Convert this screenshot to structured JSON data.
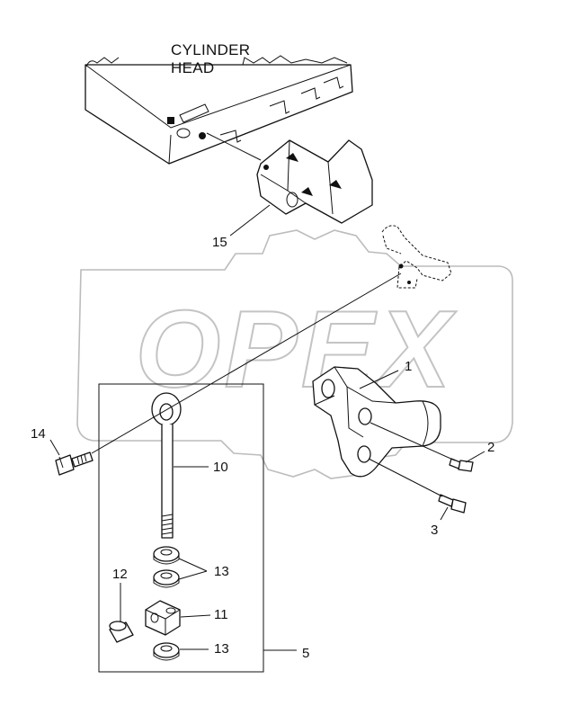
{
  "head_label": [
    "CYLINDER",
    "HEAD"
  ],
  "watermark": "OPEX",
  "callouts": {
    "p1": "1",
    "p2": "2",
    "p3": "3",
    "p5": "5",
    "p10": "10",
    "p11": "11",
    "p12": "12",
    "p13a": "13",
    "p13b": "13",
    "p14": "14",
    "p15": "15"
  }
}
